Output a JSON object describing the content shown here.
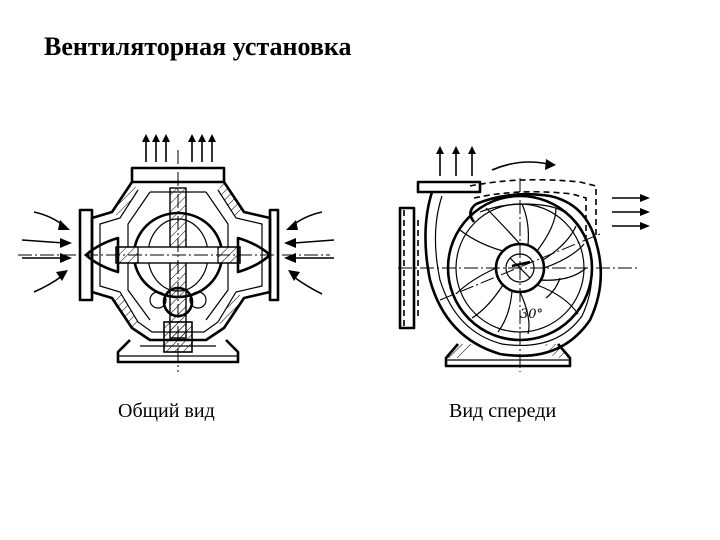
{
  "title": "Вентиляторная установка",
  "diagram": {
    "left": {
      "caption": "Общий вид"
    },
    "right": {
      "caption": "Вид спереди",
      "angle_label": "30°"
    }
  }
}
